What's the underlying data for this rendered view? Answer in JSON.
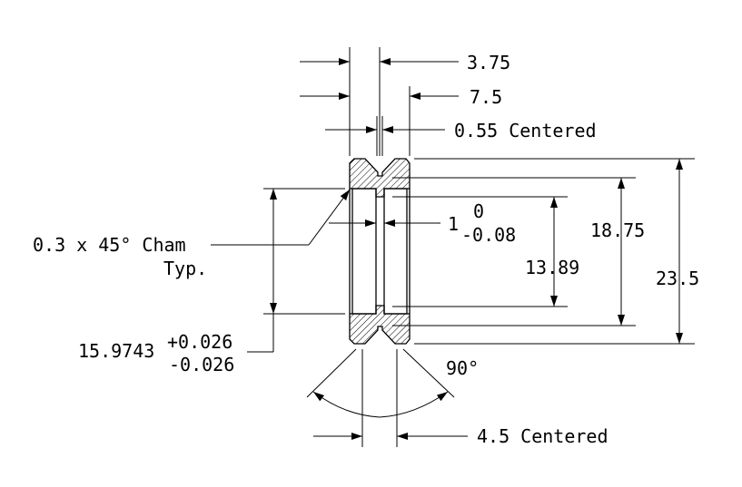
{
  "drawing": {
    "dimensions": {
      "top_width": "3.75",
      "overall_width": "7.5",
      "groove_width": "0.55 Centered",
      "web_value": "1",
      "web_tol_upper": "0",
      "web_tol_lower": "-0.08",
      "inner_height": "13.89",
      "groove_depth_height": "18.75",
      "overall_height": "23.5",
      "bore": "15.9743",
      "bore_tol_upper": "+0.026",
      "bore_tol_lower": "-0.026",
      "v_angle": "90°",
      "bottom_width": "4.5 Centered"
    },
    "notes": {
      "chamfer_line1": "0.3 x 45° Cham",
      "chamfer_line2": "Typ."
    }
  }
}
